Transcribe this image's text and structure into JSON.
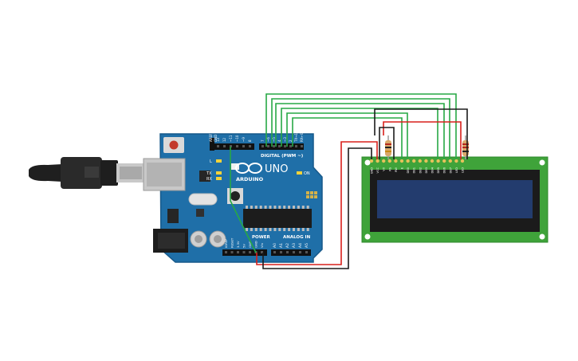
{
  "board": {
    "brand": "ARDUINO",
    "model": "UNO",
    "digital_label": "DIGITAL (PWM ~)",
    "power_label": "POWER",
    "analog_label": "ANALOG IN",
    "on_label": "ON",
    "l_label": "L",
    "tx_label": "TX",
    "rx_label": "RX",
    "aref_label": "AREF",
    "gnd_label": "GND",
    "digital_pins": [
      "13",
      "12",
      "~11",
      "~10",
      "~9",
      "8",
      "7",
      "~6",
      "~5",
      "4",
      "~3",
      "2",
      "TX→1",
      "RX←0"
    ],
    "power_pins": [
      "IOREF",
      "RESET",
      "3.3V",
      "5V",
      "GND",
      "GND",
      "Vin"
    ],
    "analog_pins": [
      "A0",
      "A1",
      "A2",
      "A3",
      "A4",
      "A5"
    ]
  },
  "lcd": {
    "pins": [
      "GND",
      "VCC",
      "V0",
      "RS",
      "RW",
      "E",
      "DB0",
      "DB1",
      "DB2",
      "DB3",
      "DB4",
      "DB5",
      "DB6",
      "DB7",
      "LED",
      "LED"
    ]
  },
  "colors": {
    "board": "#1f6fa8",
    "board_edge": "#17598a",
    "lcd_pcb": "#3fa33a",
    "lcd_screen": "#233c6e",
    "wire_green": "#27a845",
    "wire_red": "#d8201c",
    "wire_black": "#1c1c1c",
    "usb_plug": "#2a2a2a"
  }
}
